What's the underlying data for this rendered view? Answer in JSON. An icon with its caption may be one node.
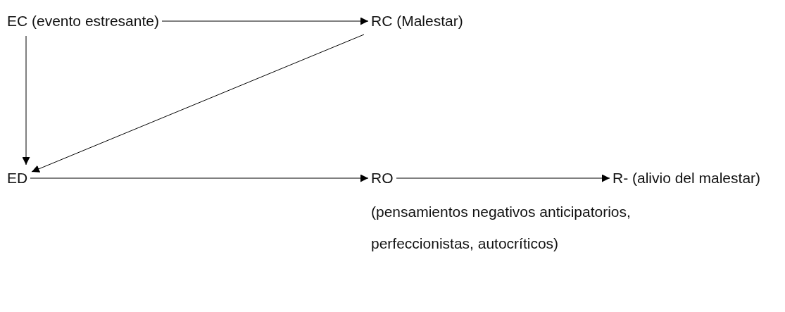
{
  "diagram": {
    "nodes": [
      {
        "text": [
          "EC (evento estresante)"
        ]
      },
      {
        "text": [
          "RC (Malestar)"
        ]
      },
      {
        "text": [
          "ED"
        ]
      },
      {
        "text": [
          "RO"
        ],
        "beside": [
          "(pensamientos negativos anticipatorios, perfeccionistas, autocríticos)"
        ]
      },
      {
        "text": [
          "R- (alivio del malestar)"
        ]
      }
    ],
    "edges": [
      {
        "from": 0,
        "to": 1,
        "arrow": "to"
      },
      {
        "from": 0,
        "to": 2,
        "arrow": "to"
      },
      {
        "from": 1,
        "to": 2,
        "arrow": "to"
      },
      {
        "from": 2,
        "to": 3,
        "arrow": "to"
      },
      {
        "from": 3,
        "to": 4,
        "arrow": "to"
      }
    ]
  }
}
